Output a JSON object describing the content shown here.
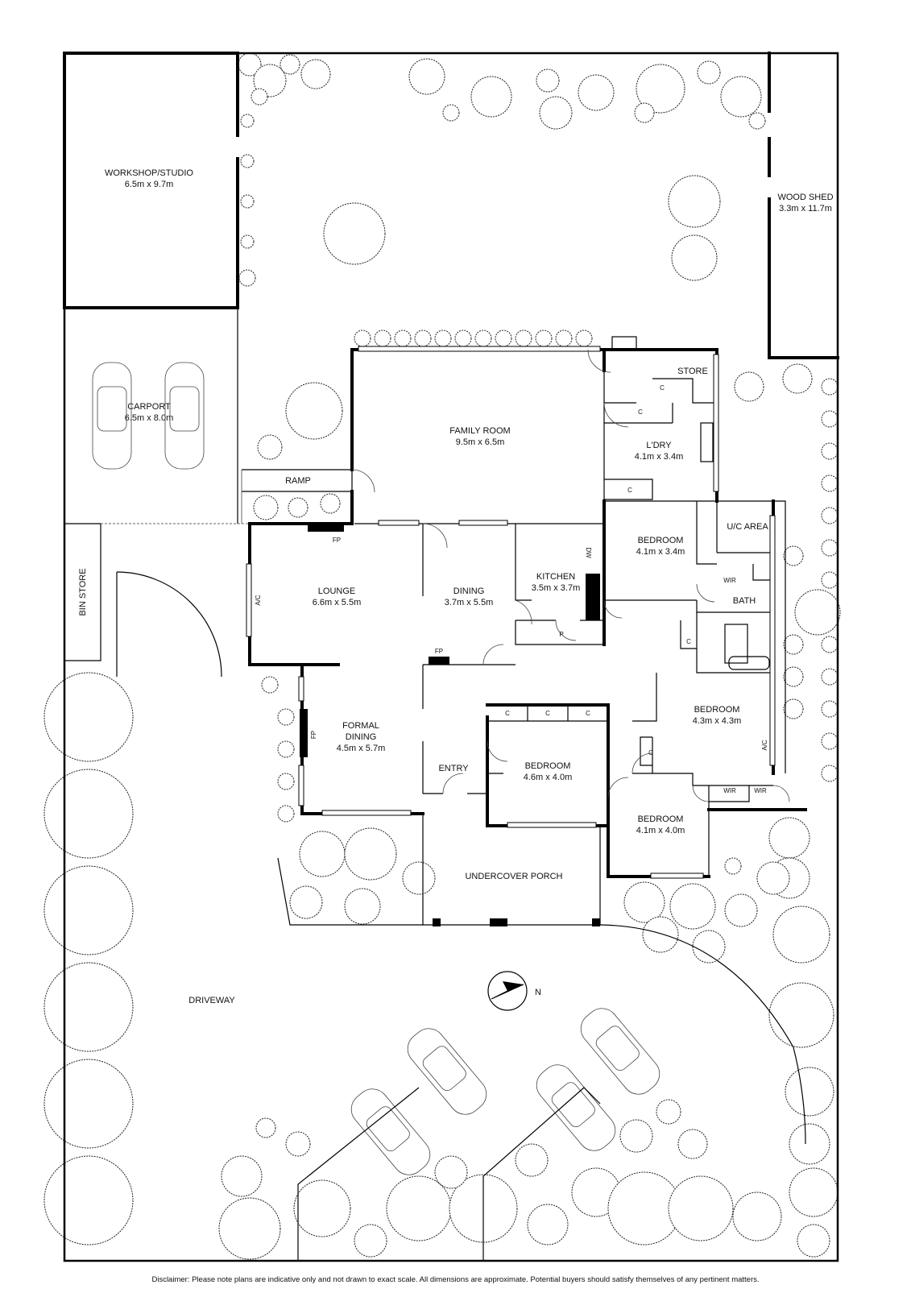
{
  "rooms": {
    "workshop": {
      "name": "WORKSHOP/STUDIO",
      "size": "6.5m x 9.7m"
    },
    "carport": {
      "name": "CARPORT",
      "size": "6.5m x 8.0m"
    },
    "wood_shed": {
      "name": "WOOD SHED",
      "size": "3.3m x 11.7m"
    },
    "family_room": {
      "name": "FAMILY ROOM",
      "size": "9.5m x 6.5m"
    },
    "laundry": {
      "name": "L'DRY",
      "size": "4.1m x 3.4m"
    },
    "bedroom_1": {
      "name": "BEDROOM",
      "size": "4.1m x 3.4m"
    },
    "lounge": {
      "name": "LOUNGE",
      "size": "6.6m x 5.5m"
    },
    "dining": {
      "name": "DINING",
      "size": "3.7m x 5.5m"
    },
    "kitchen": {
      "name": "KITCHEN",
      "size": "3.5m x 3.7m"
    },
    "formal_dining": {
      "name_line1": "FORMAL",
      "name_line2": "DINING",
      "size": "4.5m x 5.7m"
    },
    "bedroom_2": {
      "name": "BEDROOM",
      "size": "4.6m x 4.0m"
    },
    "bedroom_3": {
      "name": "BEDROOM",
      "size": "4.3m x 4.3m"
    },
    "bedroom_4": {
      "name": "BEDROOM",
      "size": "4.1m x 4.0m"
    }
  },
  "labels": {
    "store": "STORE",
    "ramp": "RAMP",
    "bin_store": "BIN STORE",
    "uc_area": "U/C AREA",
    "bath": "BATH",
    "entry": "ENTRY",
    "porch": "UNDERCOVER PORCH",
    "driveway": "DRIVEWAY",
    "north": "N",
    "fp": "FP",
    "ac": "A/C",
    "dw": "DW",
    "pantry": "P",
    "cupboard": "C",
    "wir": "WIR"
  },
  "disclaimer": "Disclaimer: Please note plans are indicative only and not drawn to exact scale. All dimensions are approximate. Potential buyers should satisfy themselves of any pertinent matters."
}
